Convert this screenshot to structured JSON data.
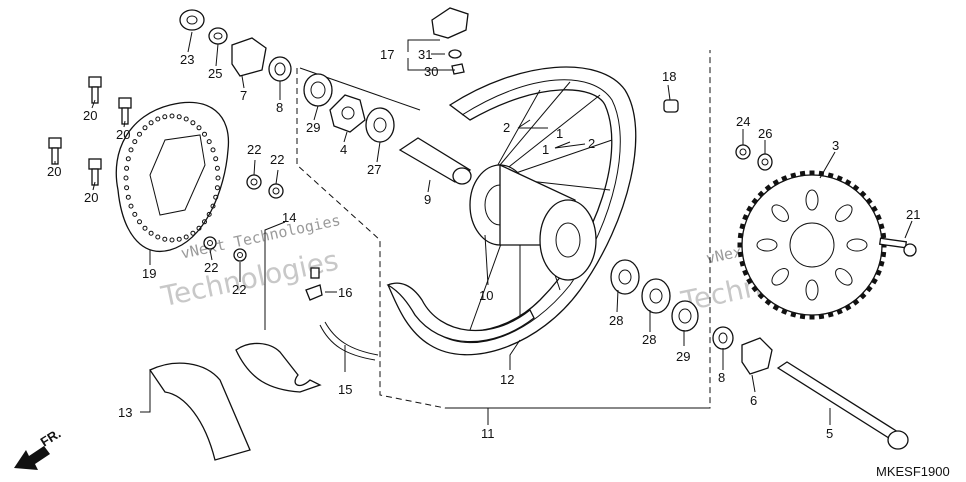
{
  "diagram_code": "MKESF1900",
  "front_indicator": "FR.",
  "watermark": {
    "line1": "vNext Technologies",
    "line2": "Technologies"
  },
  "callouts": [
    "1",
    "2",
    "3",
    "4",
    "5",
    "6",
    "7",
    "8",
    "9",
    "10",
    "11",
    "12",
    "13",
    "14",
    "15",
    "16",
    "17",
    "18",
    "19",
    "20",
    "21",
    "22",
    "23",
    "24",
    "25",
    "26",
    "27",
    "28",
    "29",
    "30",
    "31"
  ],
  "colors": {
    "ink": "#111111",
    "watermark": "#c8c8c8",
    "background": "#ffffff"
  }
}
